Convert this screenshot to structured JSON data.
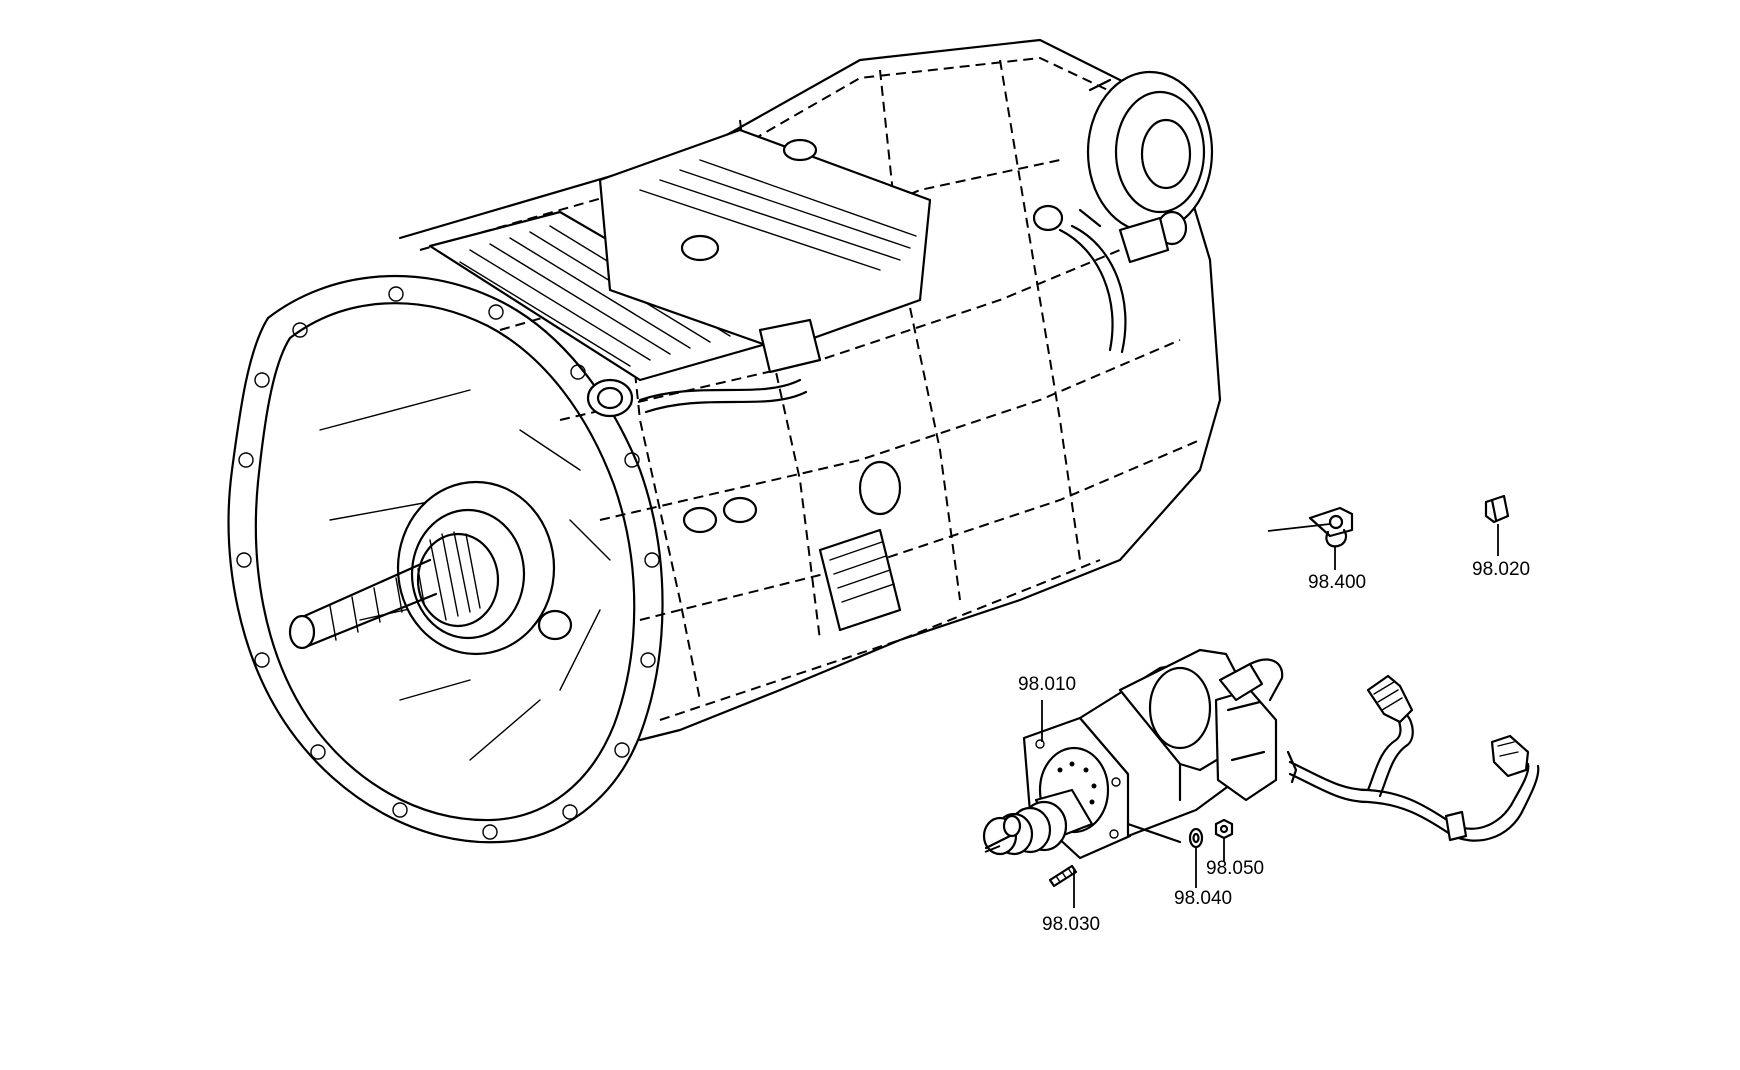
{
  "callouts": {
    "p98_400": "98.400",
    "p98_020": "98.020",
    "p98_010": "98.010",
    "p98_050": "98.050",
    "p98_040": "98.040",
    "p98_030": "98.030"
  }
}
